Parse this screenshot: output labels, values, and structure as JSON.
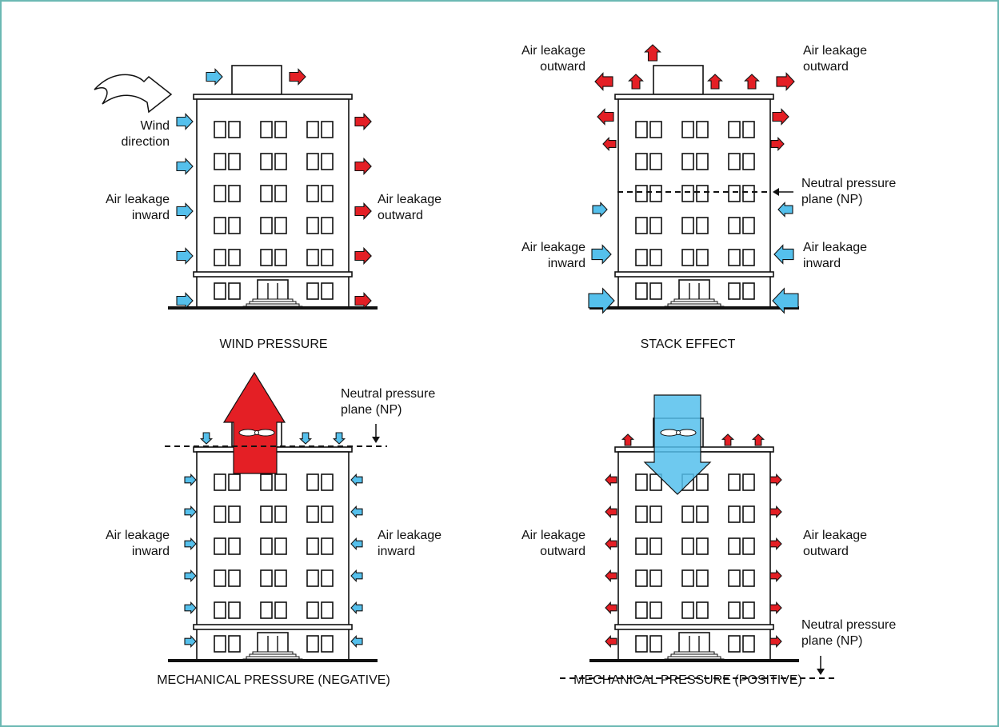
{
  "colors": {
    "frame": "#6bb8b3",
    "inward": "#55c0ec",
    "outward": "#e41f25",
    "line": "#111111"
  },
  "panels": {
    "wind": {
      "caption": "WIND PRESSURE",
      "wind_line1": "Wind",
      "wind_line2": "direction",
      "left_line1": "Air leakage",
      "left_line2": "inward",
      "right_line1": "Air leakage",
      "right_line2": "outward"
    },
    "stack": {
      "caption": "STACK EFFECT",
      "top_left_line1": "Air leakage",
      "top_left_line2": "outward",
      "top_right_line1": "Air leakage",
      "top_right_line2": "outward",
      "np_line1": "Neutral pressure",
      "np_line2": "plane (NP)",
      "bottom_left_line1": "Air leakage",
      "bottom_left_line2": "inward",
      "bottom_right_line1": "Air leakage",
      "bottom_right_line2": "inward"
    },
    "mech_negative": {
      "caption": "MECHANICAL PRESSURE (NEGATIVE)",
      "np_line1": "Neutral pressure",
      "np_line2": "plane (NP)",
      "left_line1": "Air leakage",
      "left_line2": "inward",
      "right_line1": "Air leakage",
      "right_line2": "inward"
    },
    "mech_positive": {
      "caption": "MECHANICAL PRESSURE (POSITIVE)",
      "np_line1": "Neutral pressure",
      "np_line2": "plane (NP)",
      "left_line1": "Air leakage",
      "left_line2": "outward",
      "right_line1": "Air leakage",
      "right_line2": "outward"
    }
  }
}
